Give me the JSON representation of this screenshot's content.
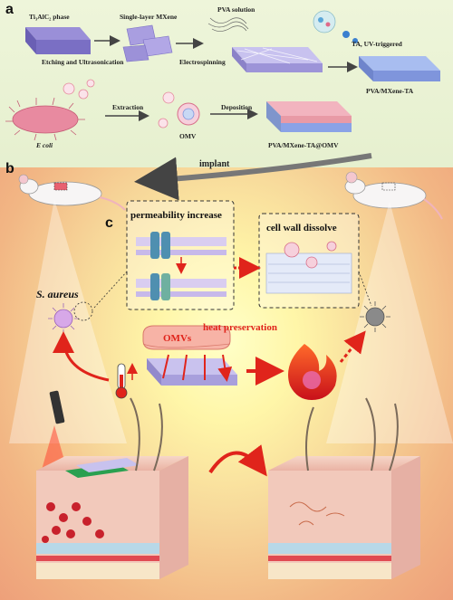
{
  "panel_a": {
    "letter": "a",
    "labels": {
      "ti3alc2": "Ti₃AlC₂ phase",
      "single_layer": "Single-layer MXene",
      "pva_solution": "PVA solution",
      "etching": "Etching and Ultrasonication",
      "electrospinning": "Electrospinning",
      "ta_uv": "TA, UV-triggered",
      "pva_mxene_ta": "PVA/MXene-TA",
      "e_coli": "E coli",
      "extraction": "Extraction",
      "omv": "OMV",
      "deposition": "Deposition",
      "pva_mxene_ta_omv": "PVA/MXene-TA@OMV"
    }
  },
  "panel_b": {
    "letter": "b",
    "implant": "implant",
    "panel_c_letter": "c",
    "permeability": "permeability increase",
    "cell_wall": "cell wall dissolve",
    "s_aureus": "S. aureus",
    "omvs": "OMVs",
    "heat_preservation": "heat preservation"
  },
  "colors": {
    "panel_a_bg": "#eef5da",
    "heat_red": "#e0241b",
    "membrane_blue": "#8aa2e6",
    "omv_pink": "#e58a9c"
  }
}
